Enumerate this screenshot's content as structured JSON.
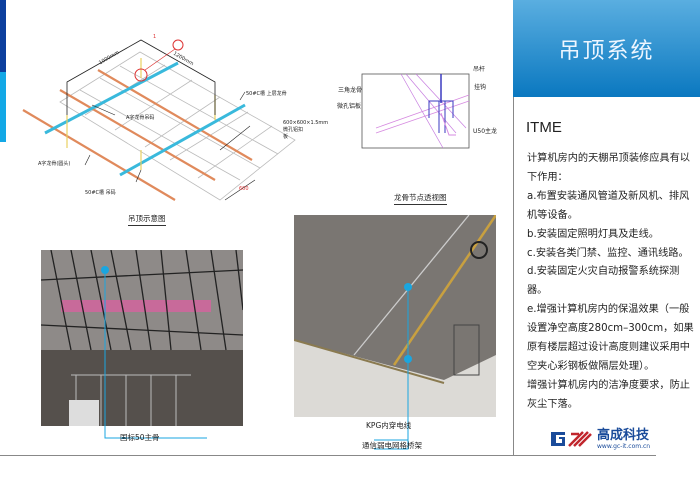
{
  "header": {
    "title": "吊顶系统"
  },
  "panel": {
    "heading": "ITME",
    "paragraphs": [
      "计算机房内的天棚吊顶装修应具有以下作用：",
      "a.布置安装通风管道及新风机、排风机等设备。",
      "b.安装固定照明灯具及走线。",
      "c.安装各类门禁、监控、通讯线路。",
      "d.安装固定火灾自动报警系统探测器。",
      "e.增强计算机房内的保温效果（一般设置净空高度280cm–300cm，如果原有楼层超过设计高度则建议采用中空夹心彩钢板做隔层处理）。",
      "增强计算机房内的洁净度要求，防止灰尘下落。"
    ]
  },
  "logo": {
    "name": "高成科技",
    "url": "www.gc-it.com.cn",
    "colors": {
      "blue": "#1a4b9a",
      "red": "#c0262d"
    }
  },
  "diagram1": {
    "caption": "吊顶示意图",
    "labels": {
      "top_channel": "50#C槽 上层龙骨",
      "hanger": "A字龙骨吊码",
      "panel": "600×600×1.5mm微孔铝扣板",
      "a_keel": "A字龙骨(圆头)",
      "c_hanger": "50#C槽 吊码",
      "dim1": "1000mm",
      "dim2": "1200mm",
      "dim3": "600",
      "marker": "1"
    }
  },
  "diagram2": {
    "caption": "龙骨节点透视图",
    "labels": {
      "rod": "吊杆",
      "hook": "挂钩",
      "triangle": "三角龙骨",
      "panel": "微孔铝板",
      "main": "U50主龙"
    }
  },
  "photo1": {
    "label": "国标50主骨"
  },
  "photo2": {
    "labels": [
      "KPG内穿电线",
      "通信弱电网格桥架"
    ]
  }
}
